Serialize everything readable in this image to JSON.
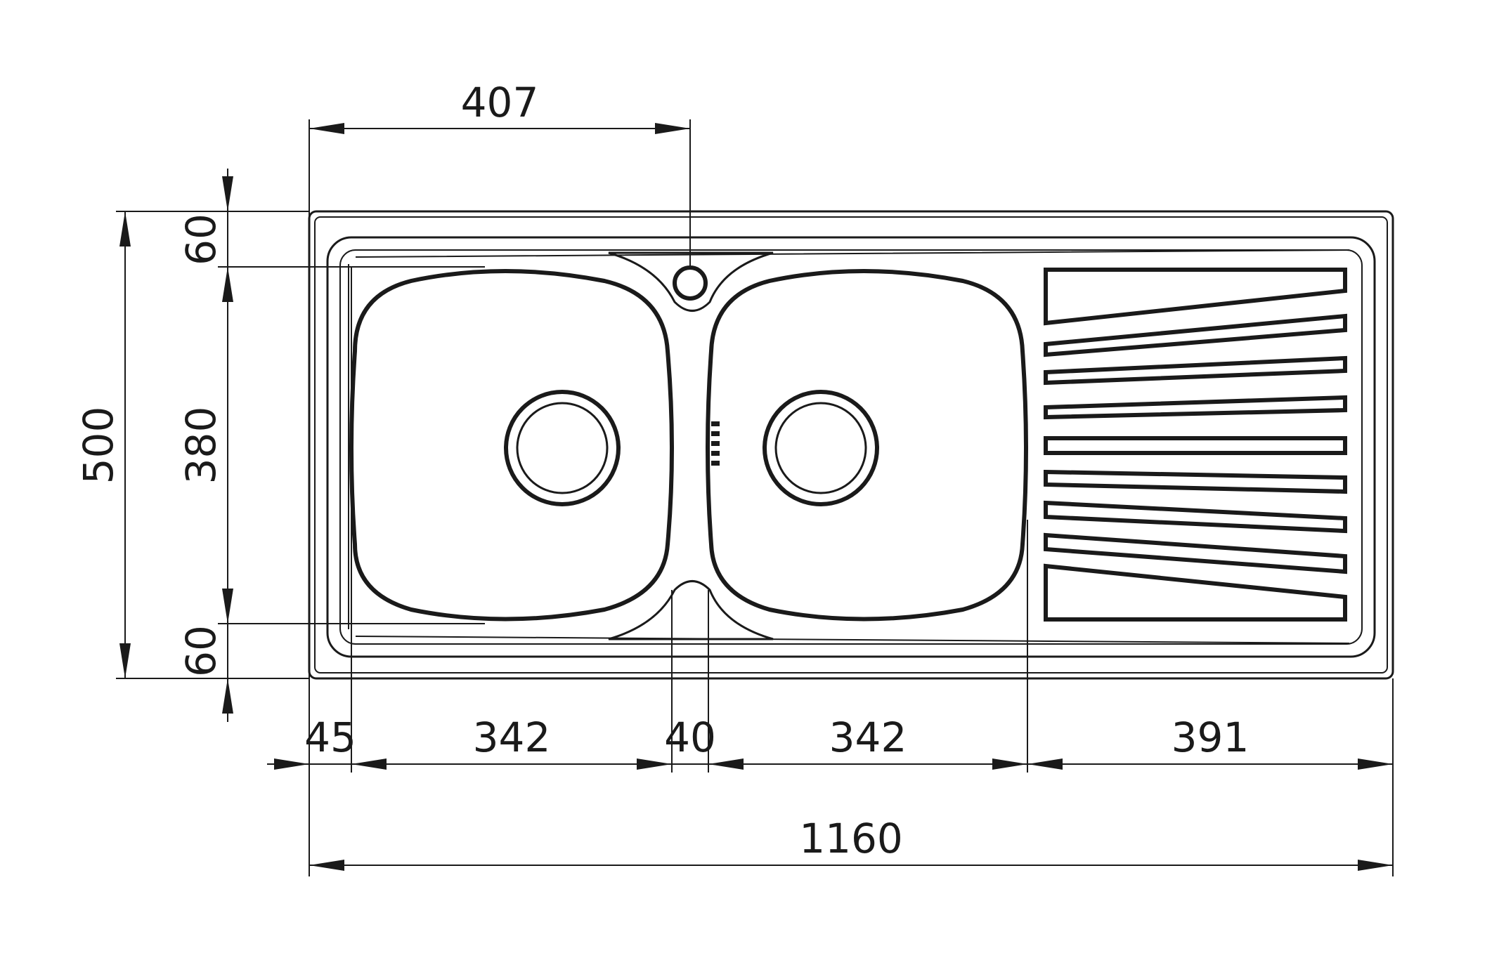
{
  "drawing": {
    "colors": {
      "line": "#1a1a1a",
      "background": "#ffffff"
    },
    "dimensions": {
      "top_offset": "407",
      "total_depth": "500",
      "front_margin": "60",
      "bowl_depth": "380",
      "back_margin": "60",
      "left_edge": "45",
      "bowl_left_width": "342",
      "divider_width": "40",
      "bowl_right_width": "342",
      "drainer_width": "391",
      "total_width": "1160"
    }
  }
}
